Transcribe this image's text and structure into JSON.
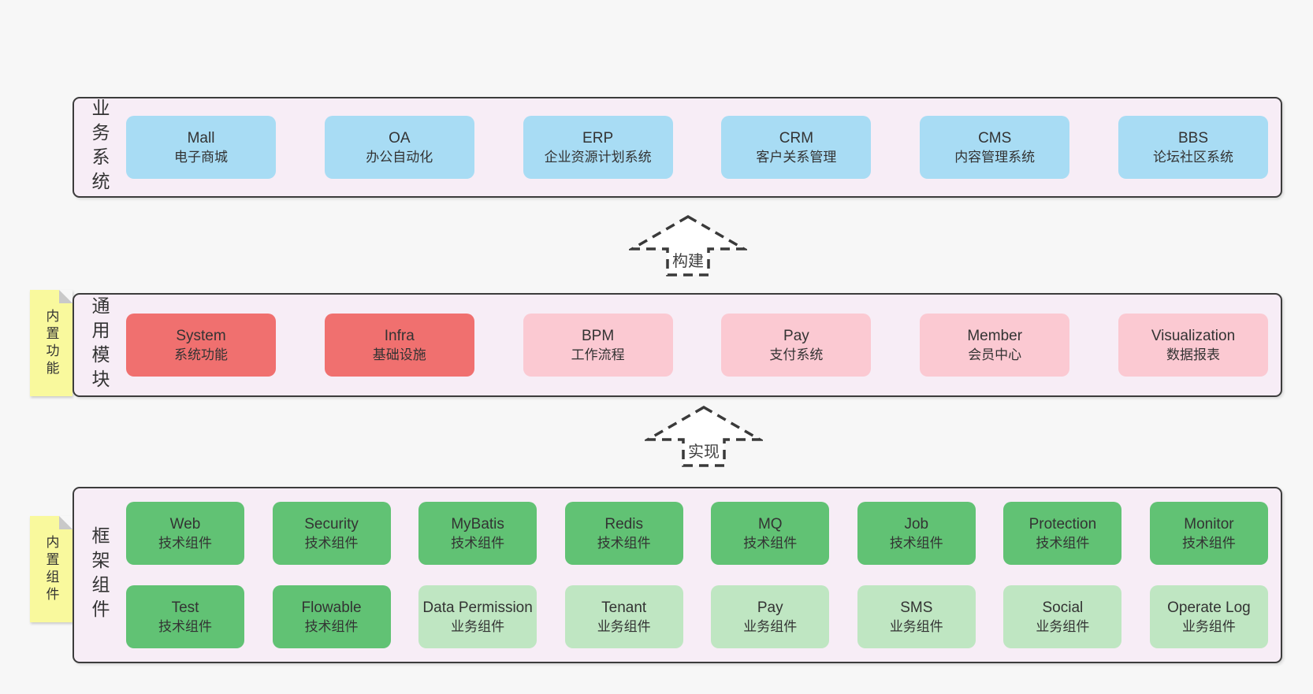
{
  "colors": {
    "page-bg": "#f7f7f7",
    "band-bg": "#f7edf6",
    "line": "#3c3c3c",
    "blue": "#a8dcf4",
    "red": "#f0706f",
    "pink": "#fbc9d2",
    "green": "#61c274",
    "lightgreen": "#bfe6c2",
    "yellow": "#f9f99d",
    "fold": "#c9c9c9",
    "text": "#333333"
  },
  "bands": [
    {
      "label": "业务系统",
      "rows": [
        [
          {
            "title": "Mall",
            "subtitle": "电子商城",
            "variant": "blue"
          },
          {
            "title": "OA",
            "subtitle": "办公自动化",
            "variant": "blue"
          },
          {
            "title": "ERP",
            "subtitle": "企业资源计划系统",
            "variant": "blue"
          },
          {
            "title": "CRM",
            "subtitle": "客户关系管理",
            "variant": "blue"
          },
          {
            "title": "CMS",
            "subtitle": "内容管理系统",
            "variant": "blue"
          },
          {
            "title": "BBS",
            "subtitle": "论坛社区系统",
            "variant": "blue"
          }
        ]
      ]
    },
    {
      "label": "通用模块",
      "note": "内置功能",
      "rows": [
        [
          {
            "title": "System",
            "subtitle": "系统功能",
            "variant": "red"
          },
          {
            "title": "Infra",
            "subtitle": "基础设施",
            "variant": "red"
          },
          {
            "title": "BPM",
            "subtitle": "工作流程",
            "variant": "pink"
          },
          {
            "title": "Pay",
            "subtitle": "支付系统",
            "variant": "pink"
          },
          {
            "title": "Member",
            "subtitle": "会员中心",
            "variant": "pink"
          },
          {
            "title": "Visualization",
            "subtitle": "数据报表",
            "variant": "pink"
          }
        ]
      ]
    },
    {
      "label": "框架组件",
      "note": "内置组件",
      "rows": [
        [
          {
            "title": "Web",
            "subtitle": "技术组件",
            "variant": "green"
          },
          {
            "title": "Security",
            "subtitle": "技术组件",
            "variant": "green"
          },
          {
            "title": "MyBatis",
            "subtitle": "技术组件",
            "variant": "green"
          },
          {
            "title": "Redis",
            "subtitle": "技术组件",
            "variant": "green"
          },
          {
            "title": "MQ",
            "subtitle": "技术组件",
            "variant": "green"
          },
          {
            "title": "Job",
            "subtitle": "技术组件",
            "variant": "green"
          },
          {
            "title": "Protection",
            "subtitle": "技术组件",
            "variant": "green"
          },
          {
            "title": "Monitor",
            "subtitle": "技术组件",
            "variant": "green"
          }
        ],
        [
          {
            "title": "Test",
            "subtitle": "技术组件",
            "variant": "green"
          },
          {
            "title": "Flowable",
            "subtitle": "技术组件",
            "variant": "green"
          },
          {
            "title": "Data Permission",
            "subtitle": "业务组件",
            "variant": "lightgreen"
          },
          {
            "title": "Tenant",
            "subtitle": "业务组件",
            "variant": "lightgreen"
          },
          {
            "title": "Pay",
            "subtitle": "业务组件",
            "variant": "lightgreen"
          },
          {
            "title": "SMS",
            "subtitle": "业务组件",
            "variant": "lightgreen"
          },
          {
            "title": "Social",
            "subtitle": "业务组件",
            "variant": "lightgreen"
          },
          {
            "title": "Operate Log",
            "subtitle": "业务组件",
            "variant": "lightgreen"
          }
        ]
      ]
    }
  ],
  "arrows": [
    {
      "label": "构建"
    },
    {
      "label": "实现"
    }
  ]
}
